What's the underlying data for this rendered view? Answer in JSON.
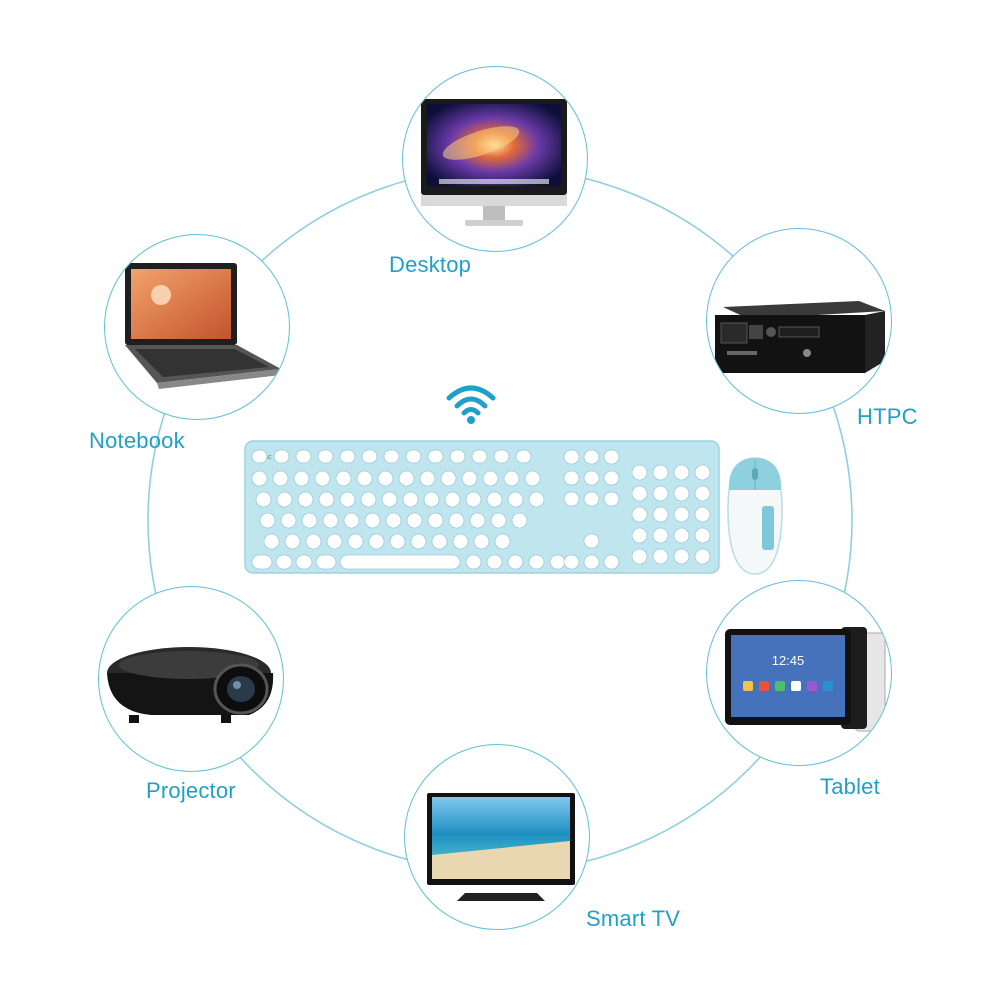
{
  "title": "",
  "devices": [
    {
      "id": "desktop",
      "label": "Desktop",
      "icon": "desktop-monitor-icon"
    },
    {
      "id": "htpc",
      "label": "HTPC",
      "icon": "htpc-box-icon"
    },
    {
      "id": "tablet",
      "label": "Tablet",
      "icon": "tablet-icon"
    },
    {
      "id": "smart-tv",
      "label": "Smart TV",
      "icon": "smart-tv-icon"
    },
    {
      "id": "projector",
      "label": "Projector",
      "icon": "projector-icon"
    },
    {
      "id": "notebook",
      "label": "Notebook",
      "icon": "notebook-laptop-icon"
    }
  ],
  "center": {
    "signal_icon": "wifi-icon",
    "keyboard_icon": "wireless-keyboard-icon",
    "mouse_icon": "wireless-mouse-icon",
    "keyboard_escape_key": "Esc"
  },
  "colors": {
    "accent": "#1fa0c8",
    "ring": "#5fc0d6",
    "keyboard_body": "#bfe6ef",
    "keys": "#ffffff"
  }
}
